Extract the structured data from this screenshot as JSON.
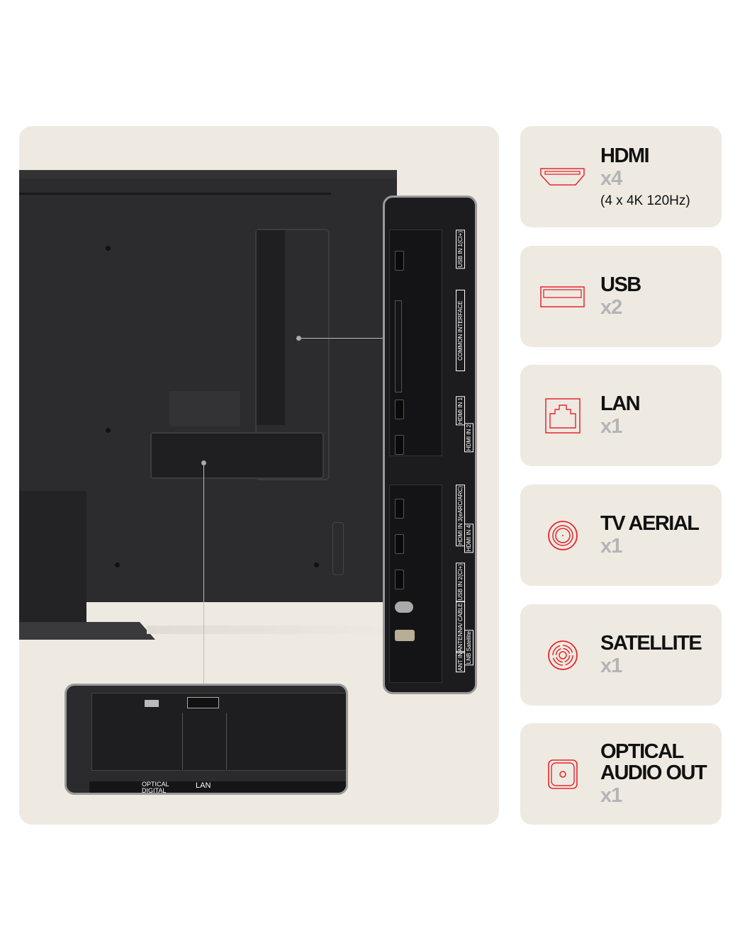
{
  "accent_color": "#e8252b",
  "side_panel_labels": [
    "USB IN 1(CI+)",
    "COMMON INTERFACE",
    "HDMI IN 1",
    "HDMI IN 2",
    "HDMI IN 3(eARC/ARC)",
    "HDMI IN 4",
    "USB IN 2(CI+)",
    "ANTENNA/ CABLE",
    "LNB Satellite",
    "ANT IN"
  ],
  "bottom_labels": {
    "optical": "OPTICAL DIGITAL",
    "lan": "LAN"
  },
  "cards": [
    {
      "title": "HDMI",
      "count": "x4",
      "note": "(4 x 4K 120Hz)",
      "icon": "hdmi-port-icon"
    },
    {
      "title": "USB",
      "count": "x2",
      "icon": "usb-port-icon"
    },
    {
      "title": "LAN",
      "count": "x1",
      "icon": "lan-port-icon"
    },
    {
      "title": "TV AERIAL",
      "count": "x1",
      "icon": "aerial-port-icon"
    },
    {
      "title": "SATELLITE",
      "count": "x1",
      "icon": "satellite-port-icon"
    },
    {
      "title": "OPTICAL AUDIO OUT",
      "count": "x1",
      "icon": "optical-port-icon"
    }
  ]
}
